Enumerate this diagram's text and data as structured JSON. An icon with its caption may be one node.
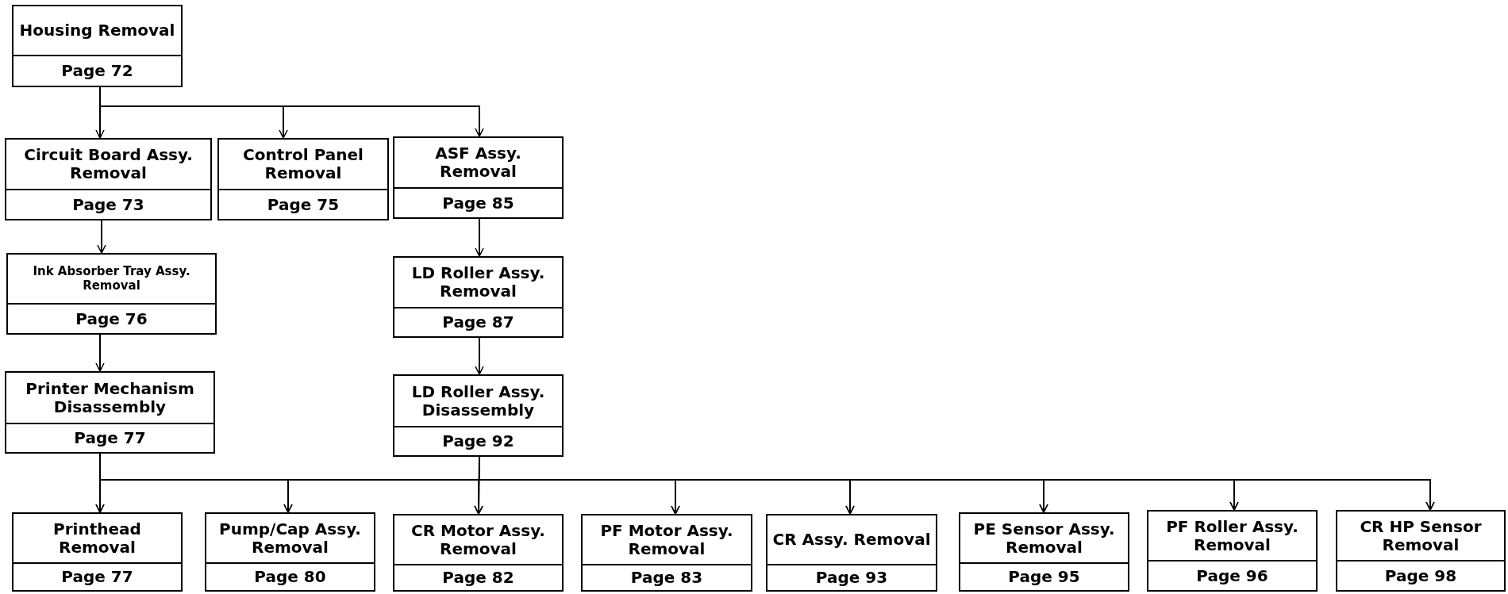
{
  "diagram": {
    "nodes": [
      {
        "text": [
          "Housing Removal",
          "Page 72"
        ]
      },
      {
        "text": [
          "Circuit Board Assy. Removal",
          "Page 73"
        ]
      },
      {
        "text": [
          "Control Panel Removal",
          "Page 75"
        ]
      },
      {
        "text": [
          "ASF Assy. Removal",
          "Page 85"
        ]
      },
      {
        "text": [
          "Ink Absorber Tray Assy. Removal",
          "Page 76"
        ]
      },
      {
        "text": [
          "Printer Mechanism Disassembly",
          "Page 77"
        ]
      },
      {
        "text": [
          "LD Roller Assy. Removal",
          "Page 87"
        ]
      },
      {
        "text": [
          "LD Roller Assy. Disassembly",
          "Page 92"
        ]
      },
      {
        "text": [
          "Printhead Removal",
          "Page 77"
        ]
      },
      {
        "text": [
          "Pump/Cap Assy. Removal",
          "Page 80"
        ]
      },
      {
        "text": [
          "CR Motor Assy. Removal",
          "Page 82"
        ]
      },
      {
        "text": [
          "PF Motor Assy. Removal",
          "Page 83"
        ]
      },
      {
        "text": [
          "CR Assy. Removal",
          "Page 93"
        ]
      },
      {
        "text": [
          "PE Sensor Assy. Removal",
          "Page 95"
        ]
      },
      {
        "text": [
          "PF Roller Assy. Removal",
          "Page 96"
        ]
      },
      {
        "text": [
          "CR HP Sensor Removal",
          "Page 98"
        ]
      }
    ],
    "edges": [
      {
        "from": 0,
        "to": 1,
        "arrow": "to"
      },
      {
        "from": 0,
        "to": 2,
        "arrow": "to"
      },
      {
        "from": 0,
        "to": 3,
        "arrow": "to"
      },
      {
        "from": 1,
        "to": 4,
        "arrow": "to"
      },
      {
        "from": 4,
        "to": 5,
        "arrow": "to"
      },
      {
        "from": 3,
        "to": 6,
        "arrow": "to"
      },
      {
        "from": 6,
        "to": 7,
        "arrow": "to"
      },
      {
        "from": 5,
        "to": 8,
        "arrow": "to"
      },
      {
        "from": 5,
        "to": 9,
        "arrow": "to"
      },
      {
        "from": 5,
        "to": 10,
        "arrow": "to"
      },
      {
        "from": 5,
        "to": 11,
        "arrow": "to"
      },
      {
        "from": 5,
        "to": 12,
        "arrow": "to"
      },
      {
        "from": 5,
        "to": 13,
        "arrow": "to"
      },
      {
        "from": 5,
        "to": 14,
        "arrow": "to"
      },
      {
        "from": 5,
        "to": 15,
        "arrow": "to"
      },
      {
        "from": 7,
        "to": 8,
        "arrow": "to"
      },
      {
        "from": 7,
        "to": 9,
        "arrow": "to"
      },
      {
        "from": 7,
        "to": 10,
        "arrow": "to"
      },
      {
        "from": 7,
        "to": 11,
        "arrow": "to"
      },
      {
        "from": 7,
        "to": 12,
        "arrow": "to"
      },
      {
        "from": 7,
        "to": 13,
        "arrow": "to"
      },
      {
        "from": 7,
        "to": 14,
        "arrow": "to"
      },
      {
        "from": 7,
        "to": 15,
        "arrow": "to"
      }
    ]
  }
}
